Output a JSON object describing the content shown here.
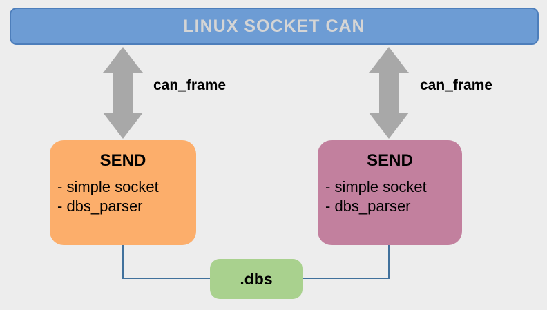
{
  "diagram": {
    "banner": {
      "label": "LINUX SOCKET CAN"
    },
    "arrows": [
      {
        "label": "can_frame"
      },
      {
        "label": "can_frame"
      }
    ],
    "nodes": [
      {
        "id": "send-left",
        "title": "SEND",
        "items": [
          "- simple socket",
          "- dbs_parser"
        ],
        "color": "#FCAE6B"
      },
      {
        "id": "send-right",
        "title": "SEND",
        "items": [
          "- simple socket",
          "- dbs_parser"
        ],
        "color": "#C2809E"
      },
      {
        "id": "dbs-file",
        "title": ".dbs",
        "color": "#A9D18E"
      }
    ],
    "colors": {
      "background": "#EDEDED",
      "banner_fill": "#6D9CD4",
      "banner_border": "#4D7EBB",
      "banner_text": "#D5D5D5",
      "arrow_gray": "#A8A8A8",
      "connector_blue": "#41719C"
    }
  }
}
